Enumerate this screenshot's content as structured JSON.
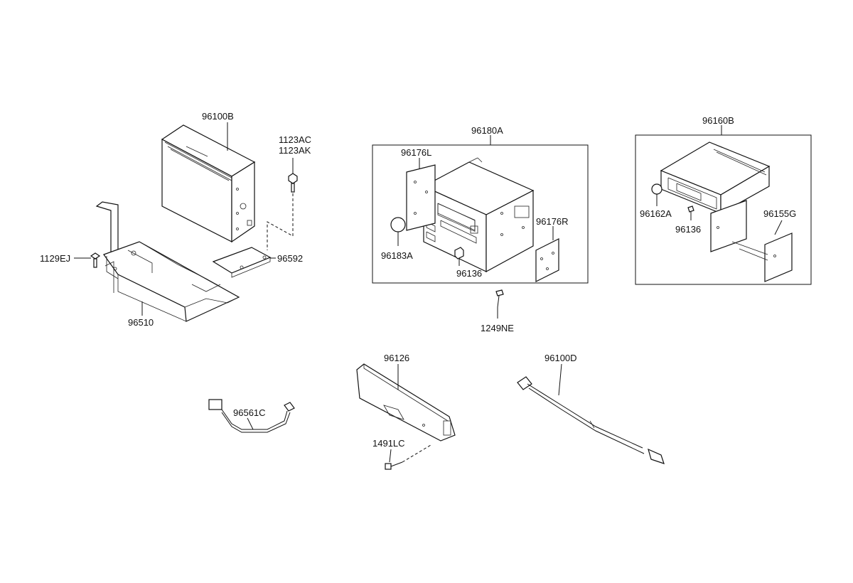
{
  "parts": {
    "p96100B": "96100B",
    "p1123AC": "1123AC",
    "p1123AK": "1123AK",
    "p1129EJ": "1129EJ",
    "p96592": "96592",
    "p96510": "96510",
    "p96180A": "96180A",
    "p96176L": "96176L",
    "p96176R": "96176R",
    "p96183A": "96183A",
    "p96136a": "96136",
    "p1249NE": "1249NE",
    "p96160B": "96160B",
    "p96162A": "96162A",
    "p96136b": "96136",
    "p96155G": "96155G",
    "p96126": "96126",
    "p1491LC": "1491LC",
    "p96100D": "96100D",
    "p96561C": "96561C"
  }
}
